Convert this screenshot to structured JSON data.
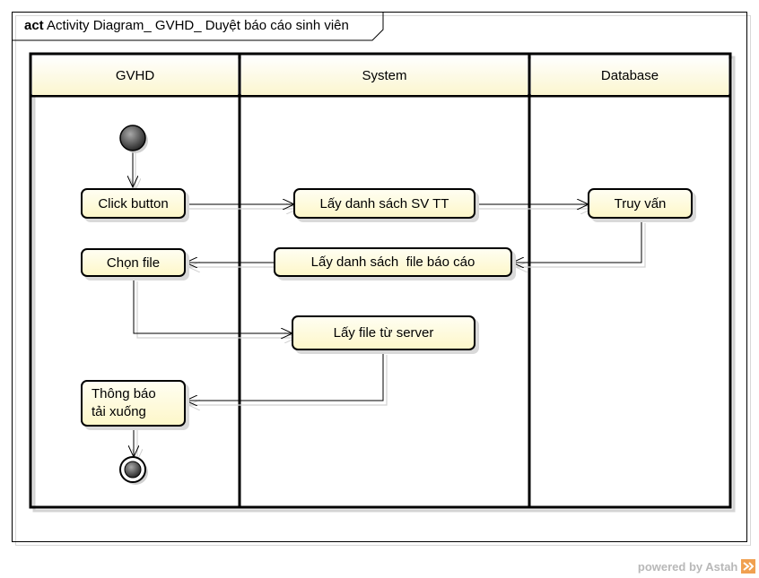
{
  "frame": {
    "keyword": "act",
    "title": "Activity Diagram_ GVHD_ Duyệt báo cáo sinh viên"
  },
  "lanes": [
    "GVHD",
    "System",
    "Database"
  ],
  "actions": {
    "click_button": "Click button",
    "lay_danh_sach_sv": "Lấy danh sách SV TT",
    "truy_van": "Truy vấn",
    "chon_file": "Chọn file",
    "lay_danh_sach_file": "Lấy danh sách  file báo cáo",
    "lay_file_server": "Lấy file từ server",
    "thong_bao_line1": "Thông báo",
    "thong_bao_line2": "tải xuống"
  },
  "watermark": "powered by Astah"
}
